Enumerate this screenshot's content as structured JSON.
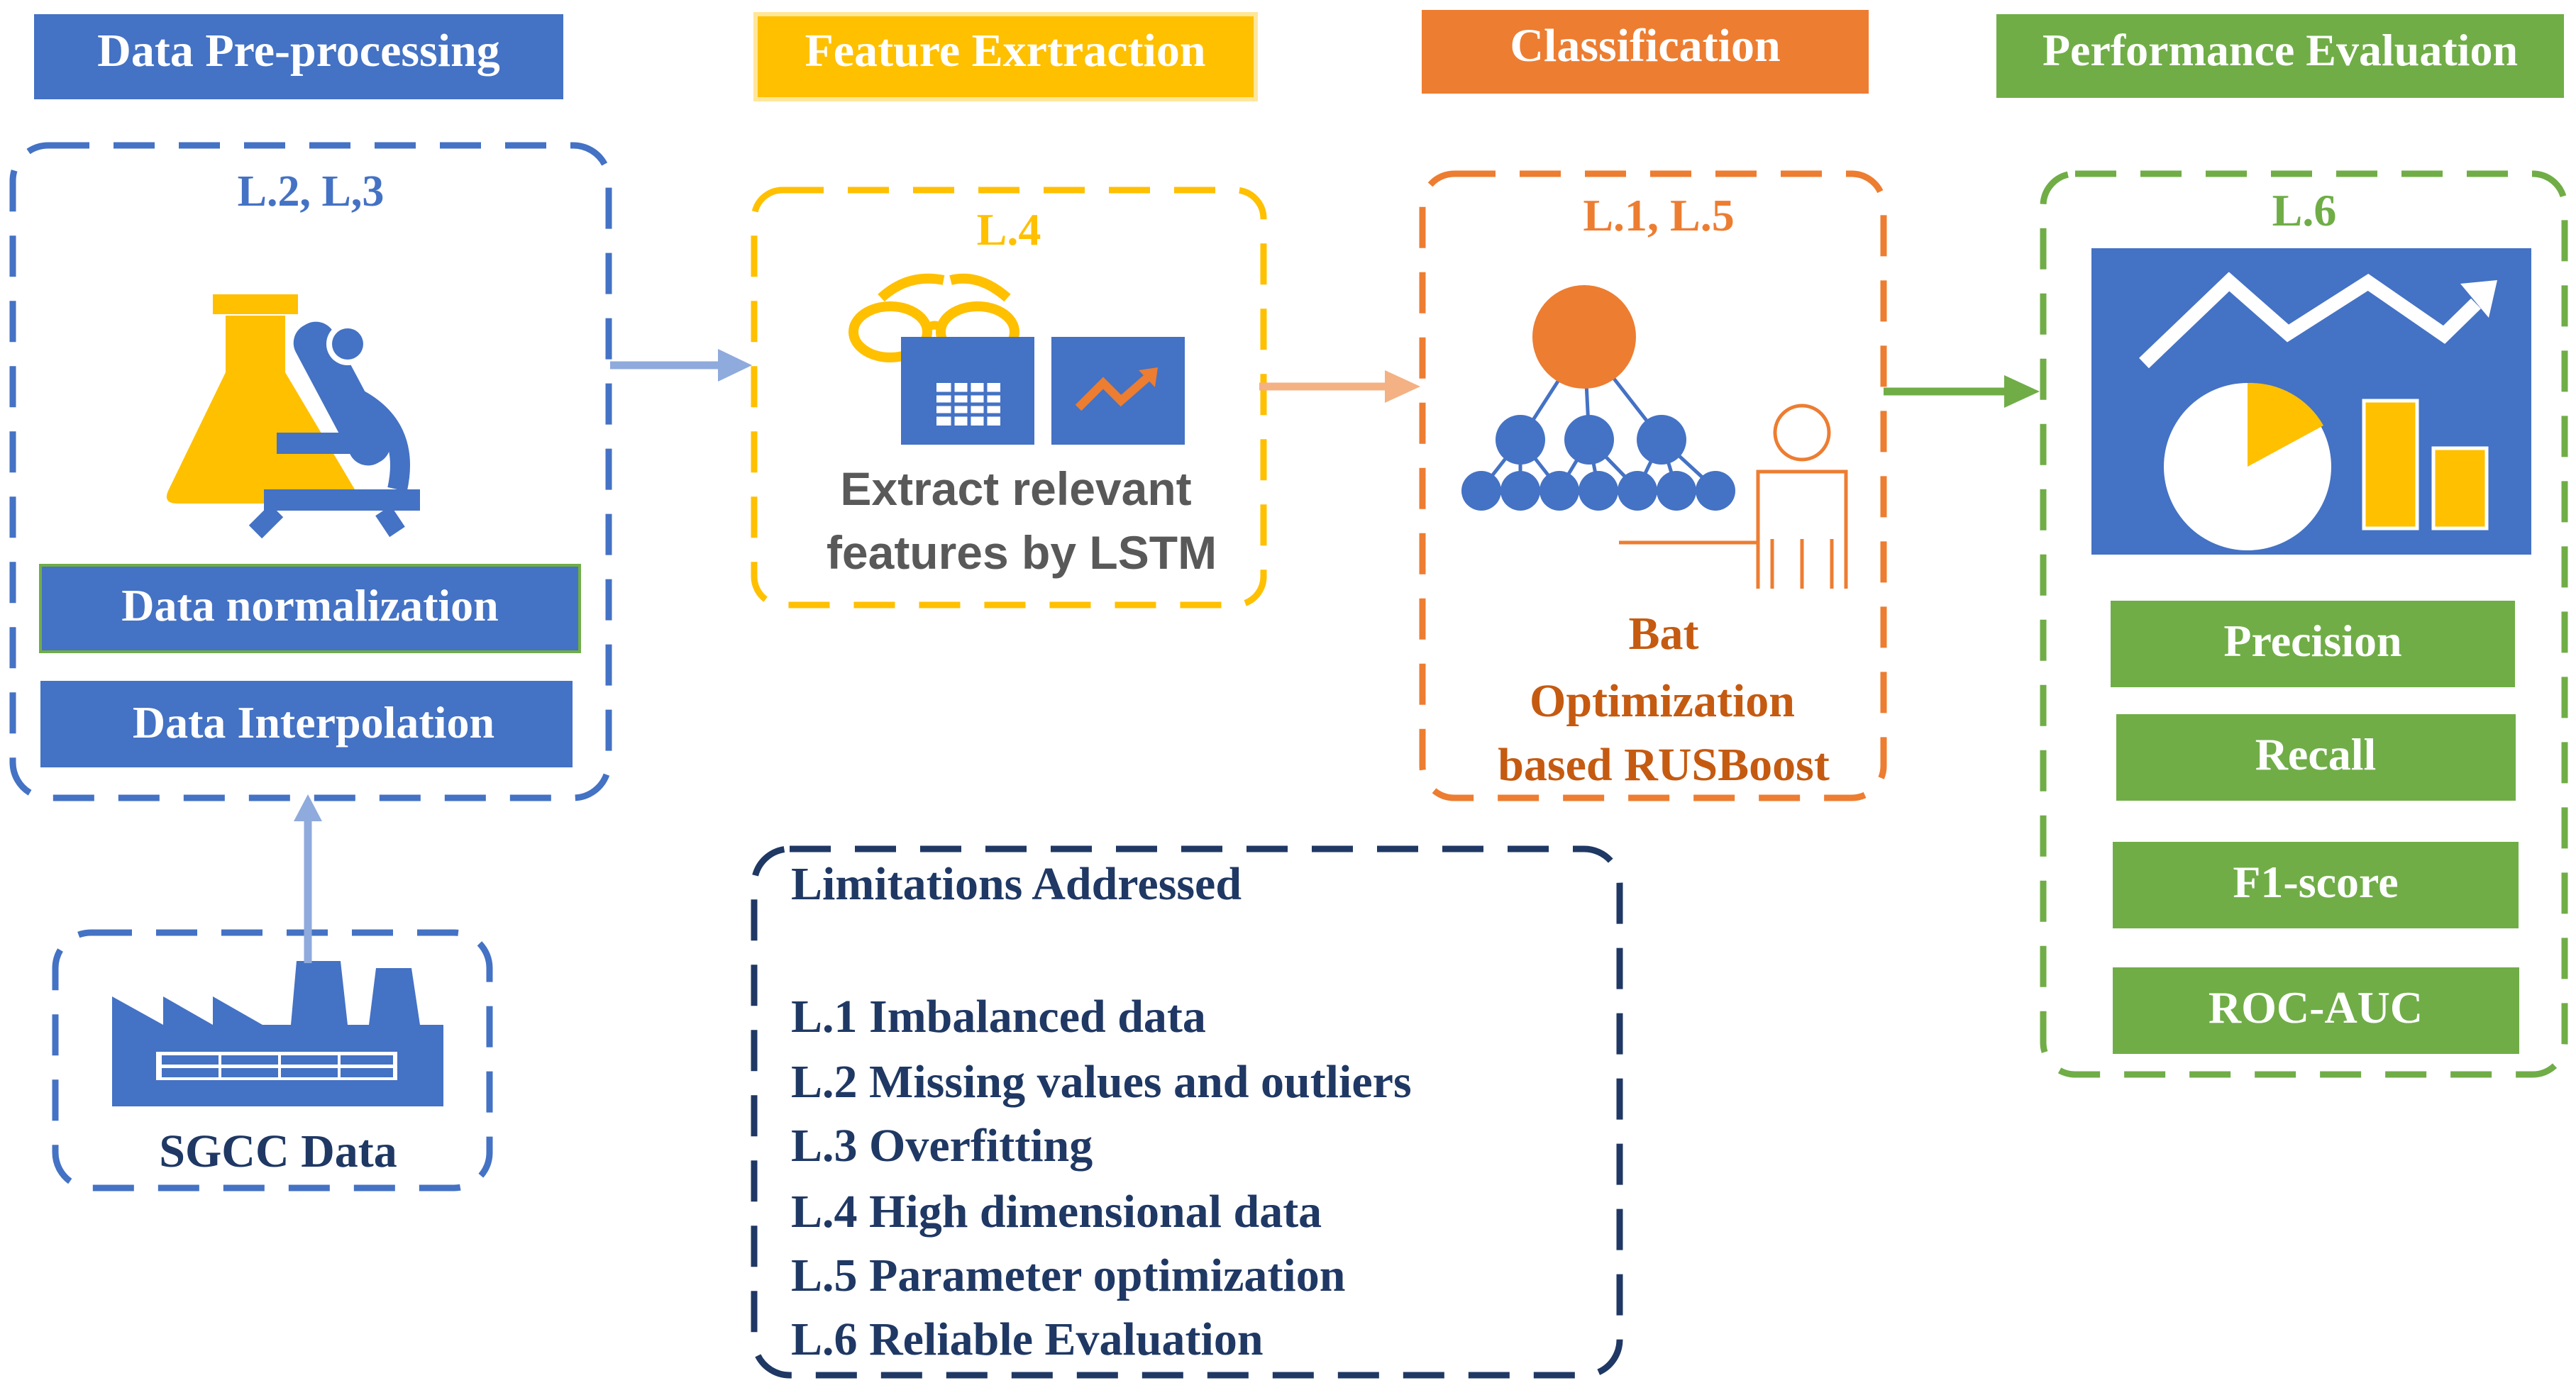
{
  "colors": {
    "blue": "#4472c4",
    "yellow": "#ffc000",
    "orange": "#ed7d31",
    "dark_orange": "#c55a11",
    "green": "#70ad47",
    "navy": "#1f3864",
    "gray_text": "#595959",
    "white": "#ffffff"
  },
  "headers": {
    "preprocessing": "Data Pre-processing",
    "feature": "Feature Exrtraction",
    "classification": "Classification",
    "evaluation": "Performance Evaluation"
  },
  "stage_labels": {
    "preprocessing": "L.2, L,3",
    "feature": "L.4",
    "classification": "L.1, L.5",
    "evaluation": "L.6"
  },
  "preprocessing_steps": [
    "Data normalization",
    "Data Interpolation"
  ],
  "source_label": "SGCC Data",
  "feature_description": [
    "Extract relevant",
    "features by LSTM"
  ],
  "classifier_name": [
    "Bat",
    "Optimization",
    "based RUSBoost"
  ],
  "metrics": [
    "Precision",
    "Recall",
    "F1-score",
    "ROC-AUC"
  ],
  "limitations": {
    "title": "Limitations Addressed",
    "items": [
      "L.1 Imbalanced data",
      "L.2 Missing values and outliers",
      "L.3 Overfitting",
      "L.4 High dimensional data",
      "L.5 Parameter optimization",
      "L.6 Reliable Evaluation"
    ]
  },
  "icons": {
    "lab": "lab-flask-microscope-icon",
    "factory": "factory-icon",
    "glasses": "glasses-icon",
    "spreadsheet": "spreadsheet-icon",
    "trend": "trend-chart-icon",
    "hierarchy": "hierarchy-network-icon",
    "person": "person-icon",
    "dashboard": "dashboard-chart-icon"
  }
}
